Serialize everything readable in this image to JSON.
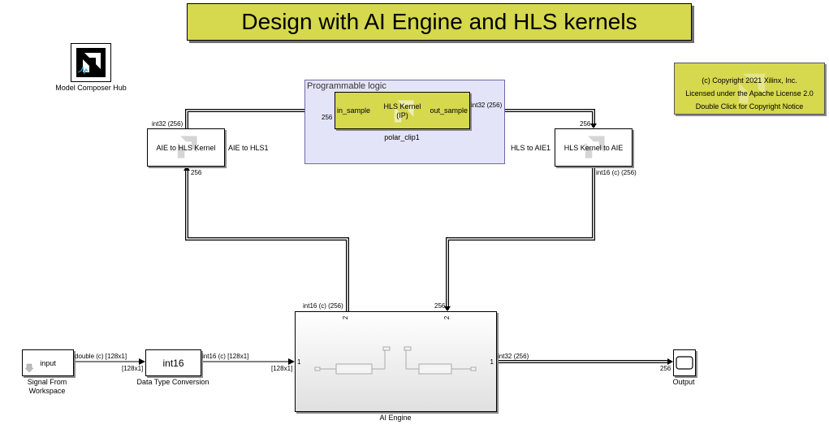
{
  "title": "Design with AI Engine and HLS kernels",
  "hub": {
    "label": "Model Composer Hub"
  },
  "notice": {
    "line1": "(c) Copyright 2021 Xilinx, Inc.",
    "line2": "Licensed under the Apache License 2.0",
    "line3": "Double Click for Copyright Notice"
  },
  "pl": {
    "area_label": "Programmable logic",
    "kernel_title_1": "HLS Kernel",
    "kernel_title_2": "(IP)",
    "in_port": "in_sample",
    "out_port": "out_sample",
    "caption": "polar_clip1",
    "in_width": "256"
  },
  "aie_to_hls": {
    "label": "AIE to HLS Kernel",
    "name": "AIE to HLS1",
    "top_signal": "int32 (256)",
    "bottom_width": "256"
  },
  "hls_to_aie": {
    "label": "HLS Kernel to AIE",
    "name": "HLS to AIE1",
    "top_signal": "int32 (256)",
    "top_width": "256",
    "bottom_signal": "int16 (c) (256)"
  },
  "input_block": {
    "label": "input",
    "caption_1": "Signal From",
    "caption_2": "Workspace",
    "out_signal": "double (c) [128x1]",
    "out_dim": "[128x1]"
  },
  "dtc": {
    "label": "int16",
    "caption": "Data Type Conversion",
    "out_signal": "int16 (c) [128x1]",
    "out_dim": "[128x1]"
  },
  "ai_engine": {
    "caption": "AI Engine",
    "in1": "1",
    "in2": "2",
    "out1": "1",
    "out2": "2",
    "sig_top_left": "int16 (c) (256)",
    "sig_top_right": "256",
    "out_signal": "int32 (256)",
    "out_width": "256"
  },
  "output": {
    "caption": "Output"
  },
  "colors": {
    "kernel_yellow": "#d6d84e",
    "pl_fill": "#e4e4f8",
    "pl_border": "#6a6aa8",
    "brand": "#000000"
  },
  "icons": [
    "amd-logo-icon",
    "scope-icon",
    "down-arrow-icon"
  ]
}
